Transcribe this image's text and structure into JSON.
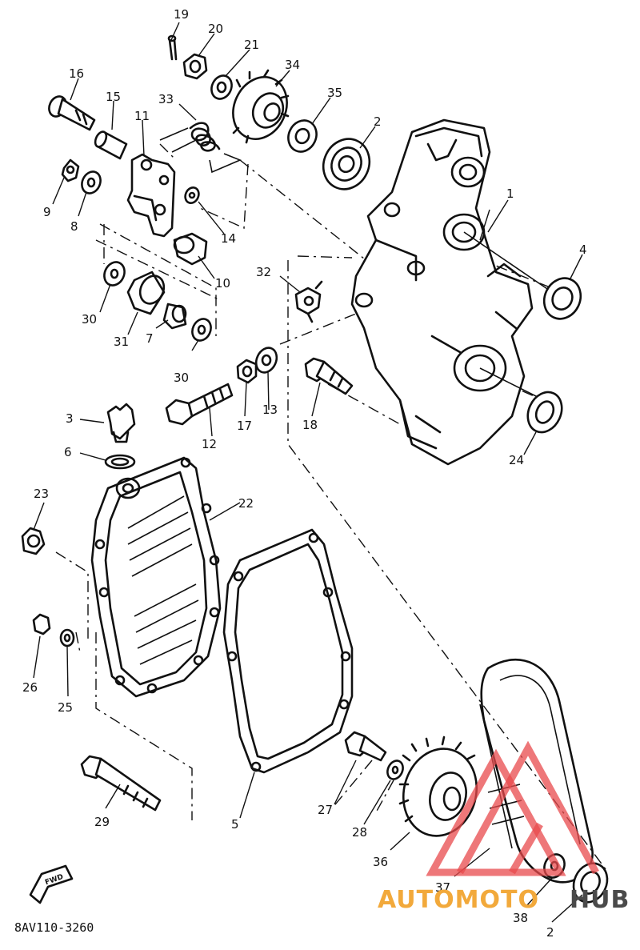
{
  "diagram_code": "8AV110-3260",
  "callouts": [
    "1",
    "2",
    "3",
    "4",
    "5",
    "6",
    "7",
    "8",
    "9",
    "10",
    "11",
    "12",
    "13",
    "14",
    "15",
    "16",
    "17",
    "18",
    "19",
    "20",
    "21",
    "22",
    "23",
    "24",
    "25",
    "26",
    "27",
    "28",
    "29",
    "30",
    "31",
    "32",
    "33",
    "34",
    "35",
    "36",
    "37",
    "38"
  ],
  "watermark": {
    "text_orange": "AUTOMOTO",
    "text_dark": "HUB",
    "colors": {
      "triangle": "#e8494c",
      "orange": "#f2a93b",
      "dark": "#4a4a4a"
    }
  },
  "front_arrow_label": "FWD"
}
